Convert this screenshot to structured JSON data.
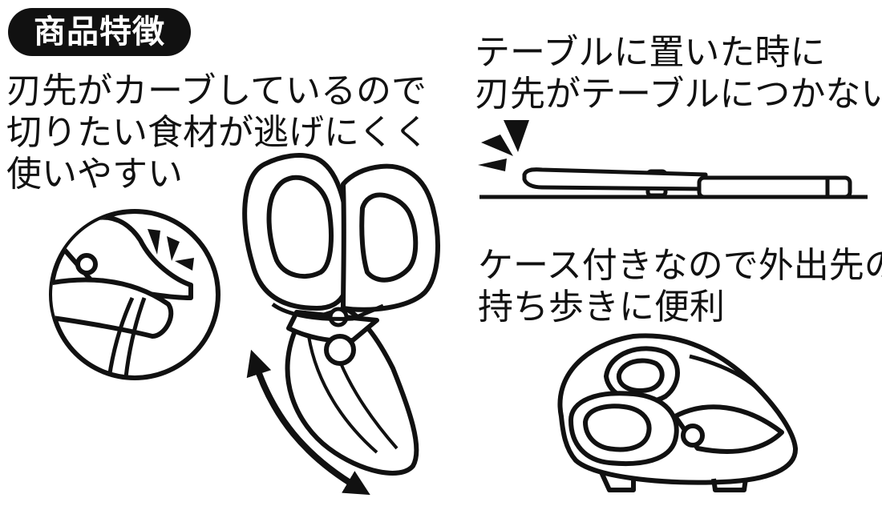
{
  "badge": {
    "label": "商品特徴"
  },
  "features": [
    {
      "lines": [
        "刃先がカーブしているので",
        "切りたい食材が逃げにくく",
        "使いやすい"
      ]
    },
    {
      "lines": [
        "テーブルに置いた時に",
        "刃先がテーブルにつかない"
      ]
    },
    {
      "lines": [
        "ケース付きなので外出先の",
        "持ち歩きに便利"
      ]
    }
  ],
  "illustrations": {
    "zoom": "blade-zoom-icon",
    "scissors": "scissors-icon",
    "table": "scissors-on-table-icon",
    "case": "scissors-in-case-icon"
  },
  "colors": {
    "ink": "#111111",
    "paper": "#ffffff"
  }
}
